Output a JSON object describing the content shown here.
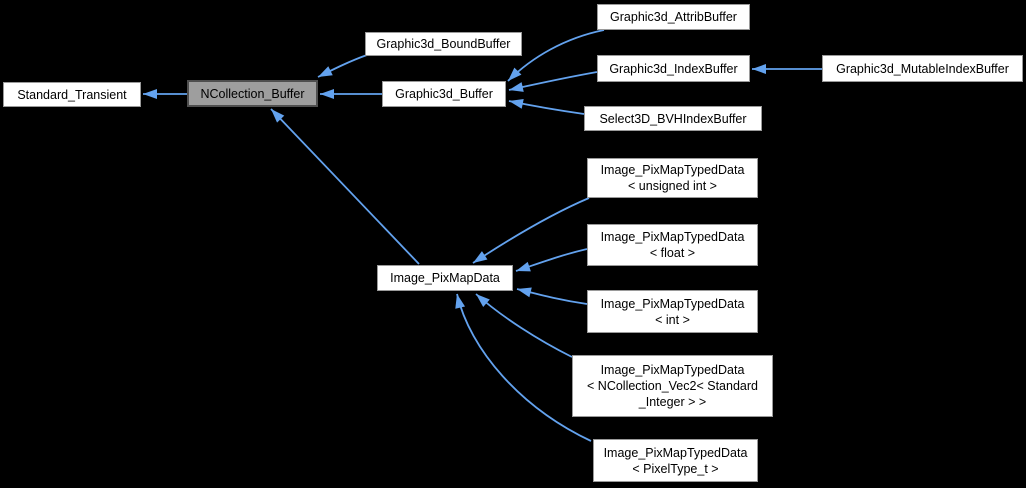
{
  "diagram": {
    "type": "inheritance-graph",
    "background_color": "#000000",
    "edge_color": "#63a2ee",
    "node_fill_color": "#ffffff",
    "node_border_color": "#9a9a9a",
    "highlight_fill_color": "#9e9e9e",
    "highlight_border_color": "#4f4f4f",
    "text_color": "#000000",
    "nodes": [
      {
        "id": "standard-transient",
        "highlighted": false,
        "lines": [
          "Standard_Transient"
        ]
      },
      {
        "id": "ncollection-buffer",
        "highlighted": true,
        "lines": [
          "NCollection_Buffer"
        ]
      },
      {
        "id": "graphic3d-boundbuffer",
        "highlighted": false,
        "lines": [
          "Graphic3d_BoundBuffer"
        ]
      },
      {
        "id": "graphic3d-buffer",
        "highlighted": false,
        "lines": [
          "Graphic3d_Buffer"
        ]
      },
      {
        "id": "graphic3d-attribbuffer",
        "highlighted": false,
        "lines": [
          "Graphic3d_AttribBuffer"
        ]
      },
      {
        "id": "graphic3d-indexbuffer",
        "highlighted": false,
        "lines": [
          "Graphic3d_IndexBuffer"
        ]
      },
      {
        "id": "select3d-bvhindexbuffer",
        "highlighted": false,
        "lines": [
          "Select3D_BVHIndexBuffer"
        ]
      },
      {
        "id": "graphic3d-mutableindexbuffer",
        "highlighted": false,
        "lines": [
          "Graphic3d_MutableIndexBuffer"
        ]
      },
      {
        "id": "image-pixmapdata",
        "highlighted": false,
        "lines": [
          "Image_PixMapData"
        ]
      },
      {
        "id": "image-pixmaptypeddata-unsigned-int",
        "highlighted": false,
        "lines": [
          "Image_PixMapTypedData",
          "< unsigned int >"
        ]
      },
      {
        "id": "image-pixmaptypeddata-float",
        "highlighted": false,
        "lines": [
          "Image_PixMapTypedData",
          "< float >"
        ]
      },
      {
        "id": "image-pixmaptypeddata-int",
        "highlighted": false,
        "lines": [
          "Image_PixMapTypedData",
          "< int >"
        ]
      },
      {
        "id": "image-pixmaptypeddata-ncollection-vec2",
        "highlighted": false,
        "lines": [
          "Image_PixMapTypedData",
          "< NCollection_Vec2< Standard",
          "_Integer > >"
        ]
      },
      {
        "id": "image-pixmaptypeddata-pixeltype-t",
        "highlighted": false,
        "lines": [
          "Image_PixMapTypedData",
          "< PixelType_t >"
        ]
      }
    ],
    "edges": [
      {
        "from": "NCollection_Buffer",
        "to": "Standard_Transient"
      },
      {
        "from": "Graphic3d_BoundBuffer",
        "to": "NCollection_Buffer"
      },
      {
        "from": "Graphic3d_Buffer",
        "to": "NCollection_Buffer"
      },
      {
        "from": "Image_PixMapData",
        "to": "NCollection_Buffer"
      },
      {
        "from": "Graphic3d_AttribBuffer",
        "to": "Graphic3d_Buffer"
      },
      {
        "from": "Graphic3d_IndexBuffer",
        "to": "Graphic3d_Buffer"
      },
      {
        "from": "Select3D_BVHIndexBuffer",
        "to": "Graphic3d_Buffer"
      },
      {
        "from": "Graphic3d_MutableIndexBuffer",
        "to": "Graphic3d_IndexBuffer"
      },
      {
        "from": "Image_PixMapTypedData< unsigned int >",
        "to": "Image_PixMapData"
      },
      {
        "from": "Image_PixMapTypedData< float >",
        "to": "Image_PixMapData"
      },
      {
        "from": "Image_PixMapTypedData< int >",
        "to": "Image_PixMapData"
      },
      {
        "from": "Image_PixMapTypedData< NCollection_Vec2< Standard_Integer > >",
        "to": "Image_PixMapData"
      },
      {
        "from": "Image_PixMapTypedData< PixelType_t >",
        "to": "Image_PixMapData"
      }
    ]
  }
}
